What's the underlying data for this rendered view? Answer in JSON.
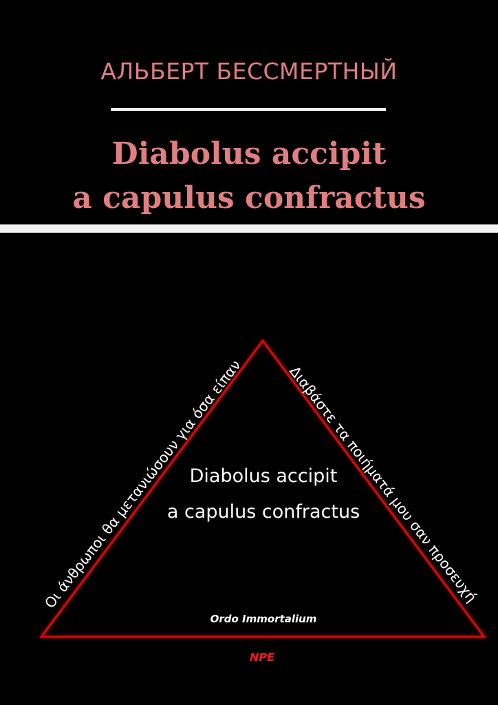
{
  "cover": {
    "author": "АЛЬБЕРТ БЕССМЕРТНЫЙ",
    "title_line1": "Diabolus accipit",
    "title_line2": "a capulus confractus",
    "triangle": {
      "left_side_text": "Οι άνθρωποι θα μετανιώσουν για όσα είπαν",
      "right_side_text": "Διαβάστε τα ποιήματά μου σαν προσευχή",
      "center_line1": "Diabolus accipit",
      "center_line2": "a capulus confractus",
      "base_text": "Ordo Immortalium"
    },
    "publisher_mark": "NPE"
  },
  "colors": {
    "background": "#000000",
    "accent_pink": "#e07e80",
    "triangle_red": "#cc1111",
    "rule_white": "#f2f2f2",
    "publisher_red": "#ff1a1a"
  }
}
